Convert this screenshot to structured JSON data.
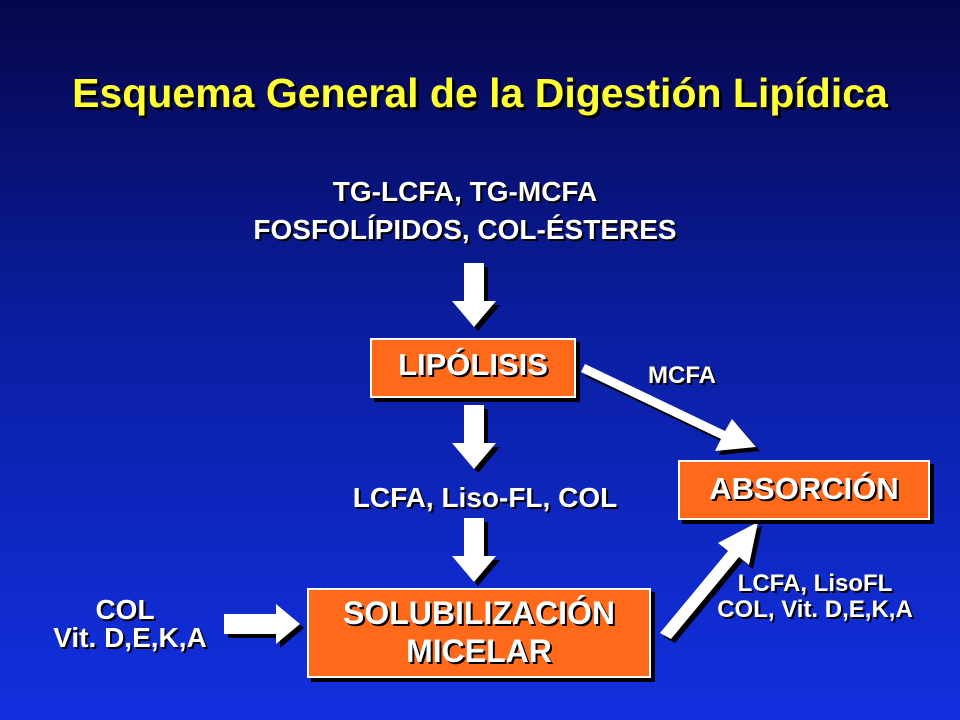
{
  "title": "Esquema General de la Digestión Lipídica",
  "inputs": {
    "line1": "TG-LCFA, TG-MCFA",
    "line2": "FOSFOLÍPIDOS, COL-ÉSTERES"
  },
  "nodes": {
    "lipolisis": "LIPÓLISIS",
    "absorcion": "ABSORCIÓN",
    "solubilizacion_line1": "SOLUBILIZACIÓN",
    "solubilizacion_line2": "MICELAR"
  },
  "labels": {
    "mcfa": "MCFA",
    "lipolysis_products": "LCFA, Liso-FL, COL",
    "col_input_line1": "COL",
    "col_input_line2": "Vit. D,E,K,A",
    "micelle_products_line1": "LCFA, LisoFL",
    "micelle_products_line2": "COL, Vit. D,E,K,A"
  },
  "colors": {
    "title": "#ffff33",
    "box_fill": "#ff6a1a",
    "text": "#ffffff"
  }
}
